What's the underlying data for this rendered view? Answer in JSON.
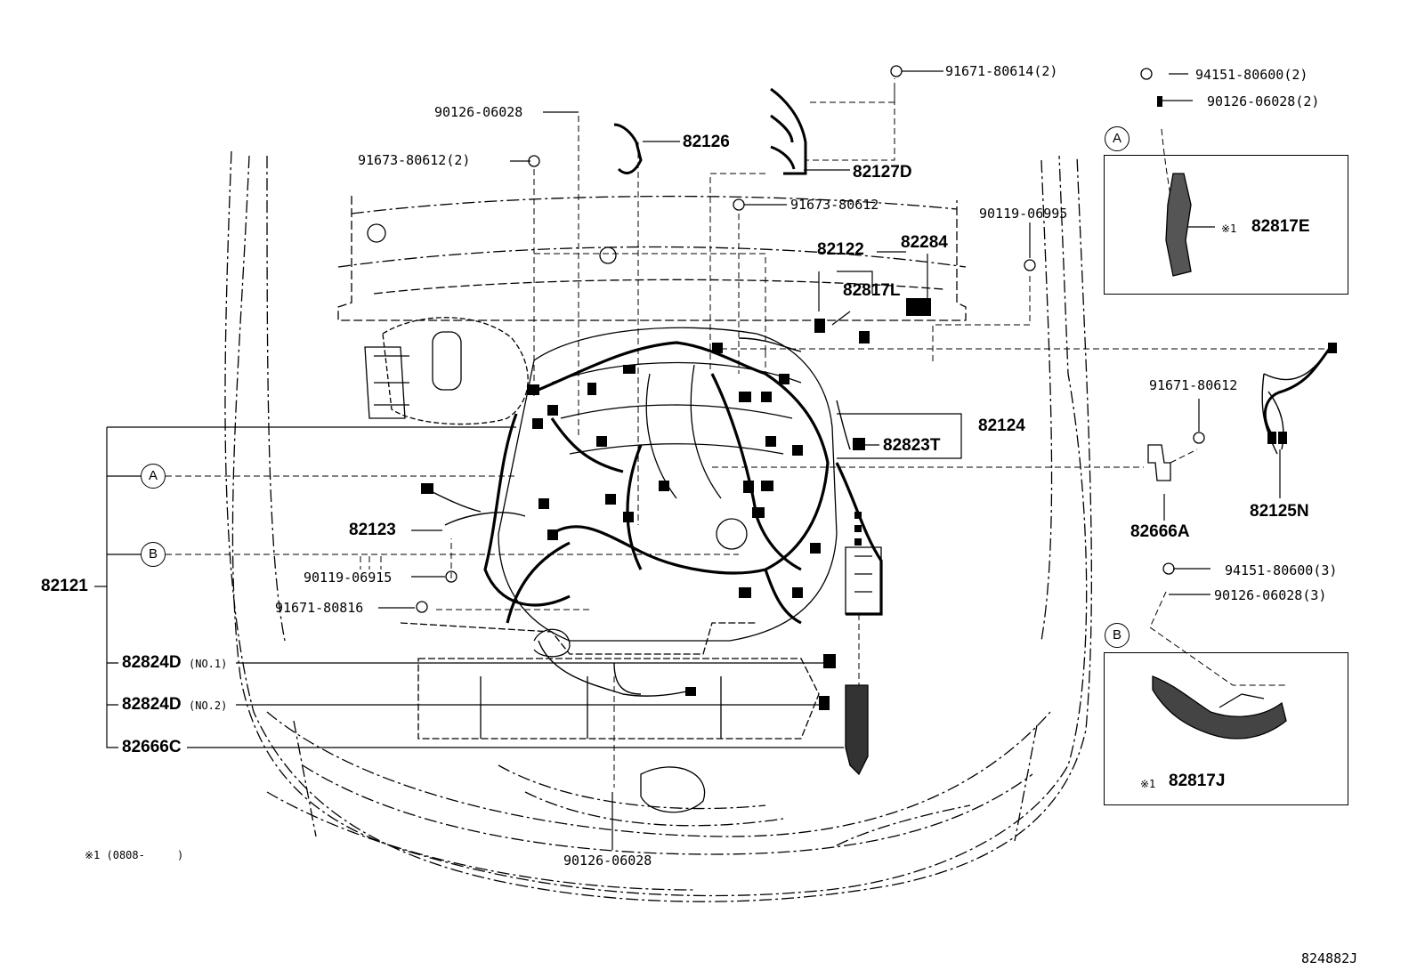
{
  "callouts": {
    "p90126_top": "90126-06028",
    "p91673_2": "91673-80612(2)",
    "p82126": "82126",
    "p91671_80614": "91671-80614(2)",
    "p82127D": "82127D",
    "p91673": "91673-80612",
    "p90119_06995": "90119-06995",
    "p82122": "82122",
    "p82284": "82284",
    "p82817L": "82817L",
    "p82124": "82124",
    "p82823T": "82823T",
    "p82123": "82123",
    "p90119_06915": "90119-06915",
    "p91671_80816": "91671-80816",
    "p82121": "82121",
    "p82824D_1": "82824D",
    "p82824D_1_sub": "(NO.1)",
    "p82824D_2": "82824D",
    "p82824D_2_sub": "(NO.2)",
    "p82666C": "82666C",
    "p90126_bottom": "90126-06028",
    "p91671_80612": "91671-80612",
    "p82666A": "82666A",
    "p82125N": "82125N"
  },
  "inset_a": {
    "ref": "A",
    "p94151": "94151-80600(2)",
    "p90126": "90126-06028(2)",
    "part_mark": "※1",
    "part": "82817E"
  },
  "inset_b": {
    "ref": "B",
    "p94151": "94151-80600(3)",
    "p90126": "90126-06028(3)",
    "part_mark": "※1",
    "part": "82817J"
  },
  "markers": {
    "a": "A",
    "b": "B"
  },
  "footnote": "※1 (0808-     )",
  "diagram_id": "824882J"
}
